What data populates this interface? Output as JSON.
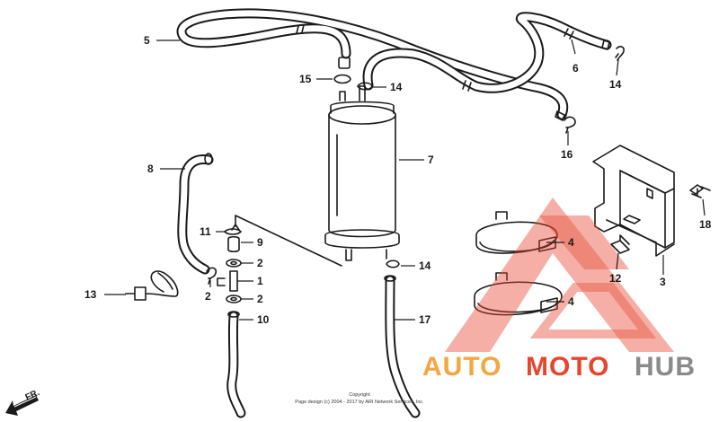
{
  "callouts": {
    "p1": "1",
    "p2a": "2",
    "p2b": "2",
    "p2c": "2",
    "p3": "3",
    "p4a": "4",
    "p4b": "4",
    "p5": "5",
    "p6": "6",
    "p7": "7",
    "p8": "8",
    "p9": "9",
    "p10": "10",
    "p11": "11",
    "p12": "12",
    "p13": "13",
    "p14a": "14",
    "p14b": "14",
    "p14c": "14",
    "p15": "15",
    "p16": "16",
    "p17": "17",
    "p18": "18"
  },
  "watermark": {
    "part1": "AUTO",
    "part2": "MOTO",
    "part3": "HUB"
  },
  "copyright": {
    "line1": "Copyright",
    "line2": "Page design (c) 2004 - 2017 by ARI Network Services, Inc."
  },
  "direction": {
    "label": "FR."
  },
  "colors": {
    "line": "#1a1a1a",
    "watermark_red": "#e8442e",
    "watermark_orange": "#f3a641",
    "watermark_gray": "#8a8a8a"
  }
}
